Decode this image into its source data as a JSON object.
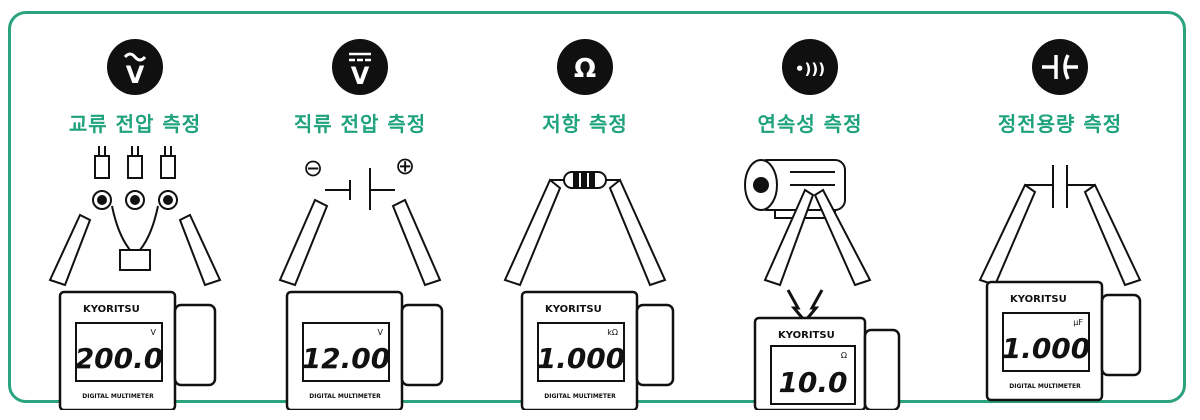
{
  "panels": [
    {
      "title": "교류 전압 측정",
      "icon": "ac-voltage-icon",
      "icon_glyph": "V",
      "brand": "KYORITSU",
      "reading": "200.0",
      "unit": "V",
      "footer": "DIGITAL MULTIMETER"
    },
    {
      "title": "직류 전압 측정",
      "icon": "dc-voltage-icon",
      "icon_glyph": "V",
      "brand": "KYORITSU",
      "reading": "12.00",
      "unit": "V",
      "footer": "DIGITAL MULTIMETER",
      "minus": "⊖",
      "plus": "⊕"
    },
    {
      "title": "저항 측정",
      "icon": "ohm-icon",
      "icon_glyph": "Ω",
      "brand": "KYORITSU",
      "reading": "1.000",
      "unit": "kΩ",
      "footer": "DIGITAL MULTIMETER"
    },
    {
      "title": "연속성 측정",
      "icon": "continuity-icon",
      "icon_glyph": "•)))",
      "brand": "KYORITSU",
      "reading": "10.0",
      "unit": "Ω",
      "footer": ""
    },
    {
      "title": "정전용량 측정",
      "icon": "capacitance-icon",
      "icon_glyph": "⊣⊢",
      "brand": "KYORITSU",
      "reading": "1.000",
      "unit": "μF",
      "footer": "DIGITAL MULTIMETER"
    }
  ],
  "colors": {
    "accent": "#1fa37c",
    "frame": "#2aa37e",
    "ink": "#101010"
  }
}
